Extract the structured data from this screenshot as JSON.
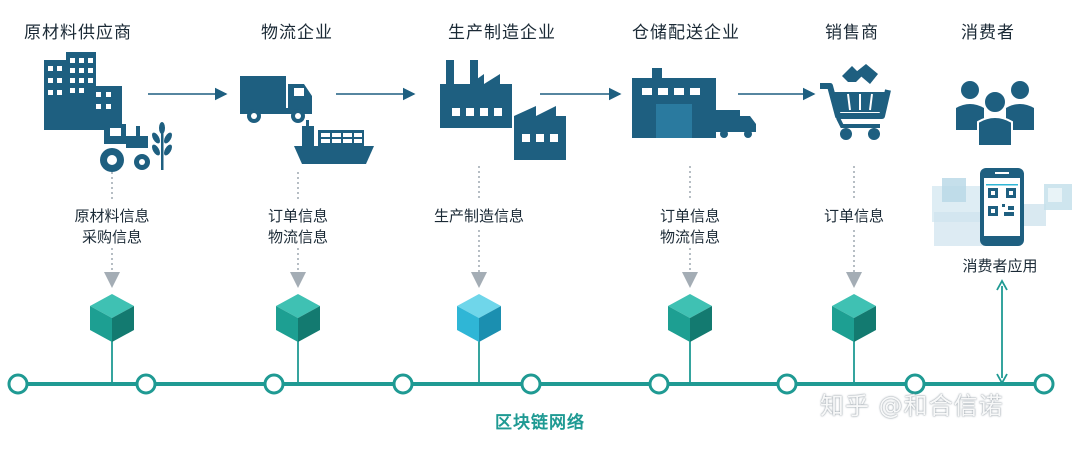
{
  "stages": [
    {
      "title": "原材料供应商",
      "info": [
        "原材料信息",
        "采购信息"
      ]
    },
    {
      "title": "物流企业",
      "info": [
        "订单信息",
        "物流信息"
      ]
    },
    {
      "title": "生产制造企业",
      "info": [
        "生产制造信息"
      ]
    },
    {
      "title": "仓储配送企业",
      "info": [
        "订单信息",
        "物流信息"
      ]
    },
    {
      "title": "销售商",
      "info": [
        "订单信息"
      ]
    },
    {
      "title": "消费者",
      "info": [
        "消费者应用"
      ]
    }
  ],
  "network_label": "区块链网络",
  "watermark": "知乎 @和合信诺",
  "colors": {
    "icon_dark": "#1e5f80",
    "teal": "#1f9a93",
    "cube_top": "#3fc1b3",
    "cube_left": "#1d9f92",
    "cube_right": "#137a70",
    "cube_top_highlight": "#6fd6ea",
    "cube_left_highlight": "#2fb6d6",
    "cube_right_highlight": "#1b8fb0",
    "arrow": "#1e5f80",
    "dotted_arrow": "#9aa4ac"
  }
}
